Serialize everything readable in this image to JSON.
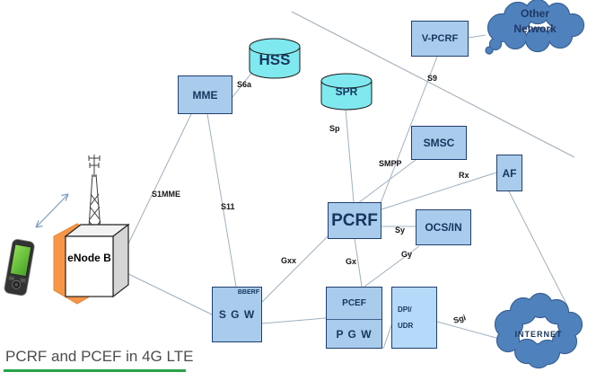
{
  "title": "PCRF and PCEF in 4G LTE",
  "caption": {
    "text": "PCRF and PCEF in 4G LTE"
  },
  "nodes": {
    "mme": {
      "label": "MME"
    },
    "hss": {
      "label": "HSS"
    },
    "spr": {
      "label": "SPR"
    },
    "vpcrf": {
      "label": "V-PCRF"
    },
    "other_network": {
      "line1": "Other",
      "line2": "Network"
    },
    "smsc": {
      "label": "SMSC"
    },
    "af": {
      "label": "AF"
    },
    "pcrf": {
      "label": "PCRF"
    },
    "ocs": {
      "label": "OCS/IN"
    },
    "sgw": {
      "label": "S G W",
      "tag": "BBERF"
    },
    "pgw": {
      "label": "P G W",
      "tag": "PCEF"
    },
    "dpi": {
      "line1": "DPI/",
      "line2": "UDR"
    },
    "internet": {
      "label": "INTERNET"
    },
    "enodeb": {
      "label": "eNode B"
    }
  },
  "edges": {
    "s6a": "S6a",
    "s1mme": "S1MME",
    "s11": "S11",
    "sp": "Sp",
    "s9": "S9",
    "smpp": "SMPP",
    "rx": "Rx",
    "sy": "Sy",
    "gy": "Gy",
    "gx": "Gx",
    "gxx": "Gxx",
    "sgi": "Sgi"
  },
  "icons": {
    "phone": "mobile-phone-icon",
    "antenna": "antenna-mast-icon",
    "hexagon": "cell-site-hexagon",
    "cube": "enodeb-cube",
    "arrow": "wireless-link-arrow",
    "clouds": "network-cloud-icon",
    "cylinders": "database-cylinder-icon"
  },
  "colors": {
    "box_fill": "#a9cbec",
    "box_border": "#1f3f6e",
    "cylinder_fill": "#7fe9ef",
    "cloud_fill": "#4f81bd",
    "hexagon_orange": "#f79646",
    "line_gray": "#9fb0c0",
    "caption_green": "#27a348"
  }
}
